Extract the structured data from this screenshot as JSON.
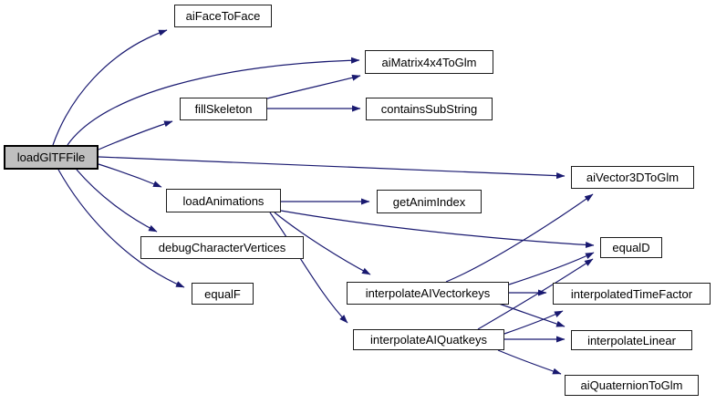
{
  "diagram": {
    "type": "call-graph",
    "root_function": "loadGlTFFile",
    "colors": {
      "background": "#ffffff",
      "edge": "#191970",
      "node_border": "#1c1c1c",
      "node_fill": "#ffffff",
      "root_node_fill": "#bfbfbf",
      "text": "#000000"
    },
    "nodes": [
      {
        "id": "loadGlTFFile",
        "label": "loadGlTFFile",
        "is_root": true
      },
      {
        "id": "aiFaceToFace",
        "label": "aiFaceToFace",
        "is_root": false
      },
      {
        "id": "aiMatrix4x4ToGlm",
        "label": "aiMatrix4x4ToGlm",
        "is_root": false
      },
      {
        "id": "fillSkeleton",
        "label": "fillSkeleton",
        "is_root": false
      },
      {
        "id": "containsSubString",
        "label": "containsSubString",
        "is_root": false
      },
      {
        "id": "aiVector3DToGlm",
        "label": "aiVector3DToGlm",
        "is_root": false
      },
      {
        "id": "loadAnimations",
        "label": "loadAnimations",
        "is_root": false
      },
      {
        "id": "getAnimIndex",
        "label": "getAnimIndex",
        "is_root": false
      },
      {
        "id": "debugCharacterVertices",
        "label": "debugCharacterVertices",
        "is_root": false
      },
      {
        "id": "equalD",
        "label": "equalD",
        "is_root": false
      },
      {
        "id": "equalF",
        "label": "equalF",
        "is_root": false
      },
      {
        "id": "interpolateAIVectorkeys",
        "label": "interpolateAIVectorkeys",
        "is_root": false
      },
      {
        "id": "interpolatedTimeFactor",
        "label": "interpolatedTimeFactor",
        "is_root": false
      },
      {
        "id": "interpolateAIQuatkeys",
        "label": "interpolateAIQuatkeys",
        "is_root": false
      },
      {
        "id": "interpolateLinear",
        "label": "interpolateLinear",
        "is_root": false
      },
      {
        "id": "aiQuaternionToGlm",
        "label": "aiQuaternionToGlm",
        "is_root": false
      }
    ],
    "edges": [
      {
        "from": "loadGlTFFile",
        "to": "aiFaceToFace"
      },
      {
        "from": "loadGlTFFile",
        "to": "aiMatrix4x4ToGlm"
      },
      {
        "from": "loadGlTFFile",
        "to": "fillSkeleton"
      },
      {
        "from": "loadGlTFFile",
        "to": "aiVector3DToGlm"
      },
      {
        "from": "loadGlTFFile",
        "to": "loadAnimations"
      },
      {
        "from": "loadGlTFFile",
        "to": "debugCharacterVertices"
      },
      {
        "from": "loadGlTFFile",
        "to": "equalF"
      },
      {
        "from": "fillSkeleton",
        "to": "aiMatrix4x4ToGlm"
      },
      {
        "from": "fillSkeleton",
        "to": "containsSubString"
      },
      {
        "from": "loadAnimations",
        "to": "getAnimIndex"
      },
      {
        "from": "loadAnimations",
        "to": "equalD"
      },
      {
        "from": "loadAnimations",
        "to": "interpolateAIVectorkeys"
      },
      {
        "from": "loadAnimations",
        "to": "interpolateAIQuatkeys"
      },
      {
        "from": "interpolateAIVectorkeys",
        "to": "aiVector3DToGlm"
      },
      {
        "from": "interpolateAIVectorkeys",
        "to": "equalD"
      },
      {
        "from": "interpolateAIVectorkeys",
        "to": "interpolatedTimeFactor"
      },
      {
        "from": "interpolateAIVectorkeys",
        "to": "interpolateLinear"
      },
      {
        "from": "interpolateAIQuatkeys",
        "to": "equalD"
      },
      {
        "from": "interpolateAIQuatkeys",
        "to": "interpolatedTimeFactor"
      },
      {
        "from": "interpolateAIQuatkeys",
        "to": "interpolateLinear"
      },
      {
        "from": "interpolateAIQuatkeys",
        "to": "aiQuaternionToGlm"
      }
    ]
  }
}
